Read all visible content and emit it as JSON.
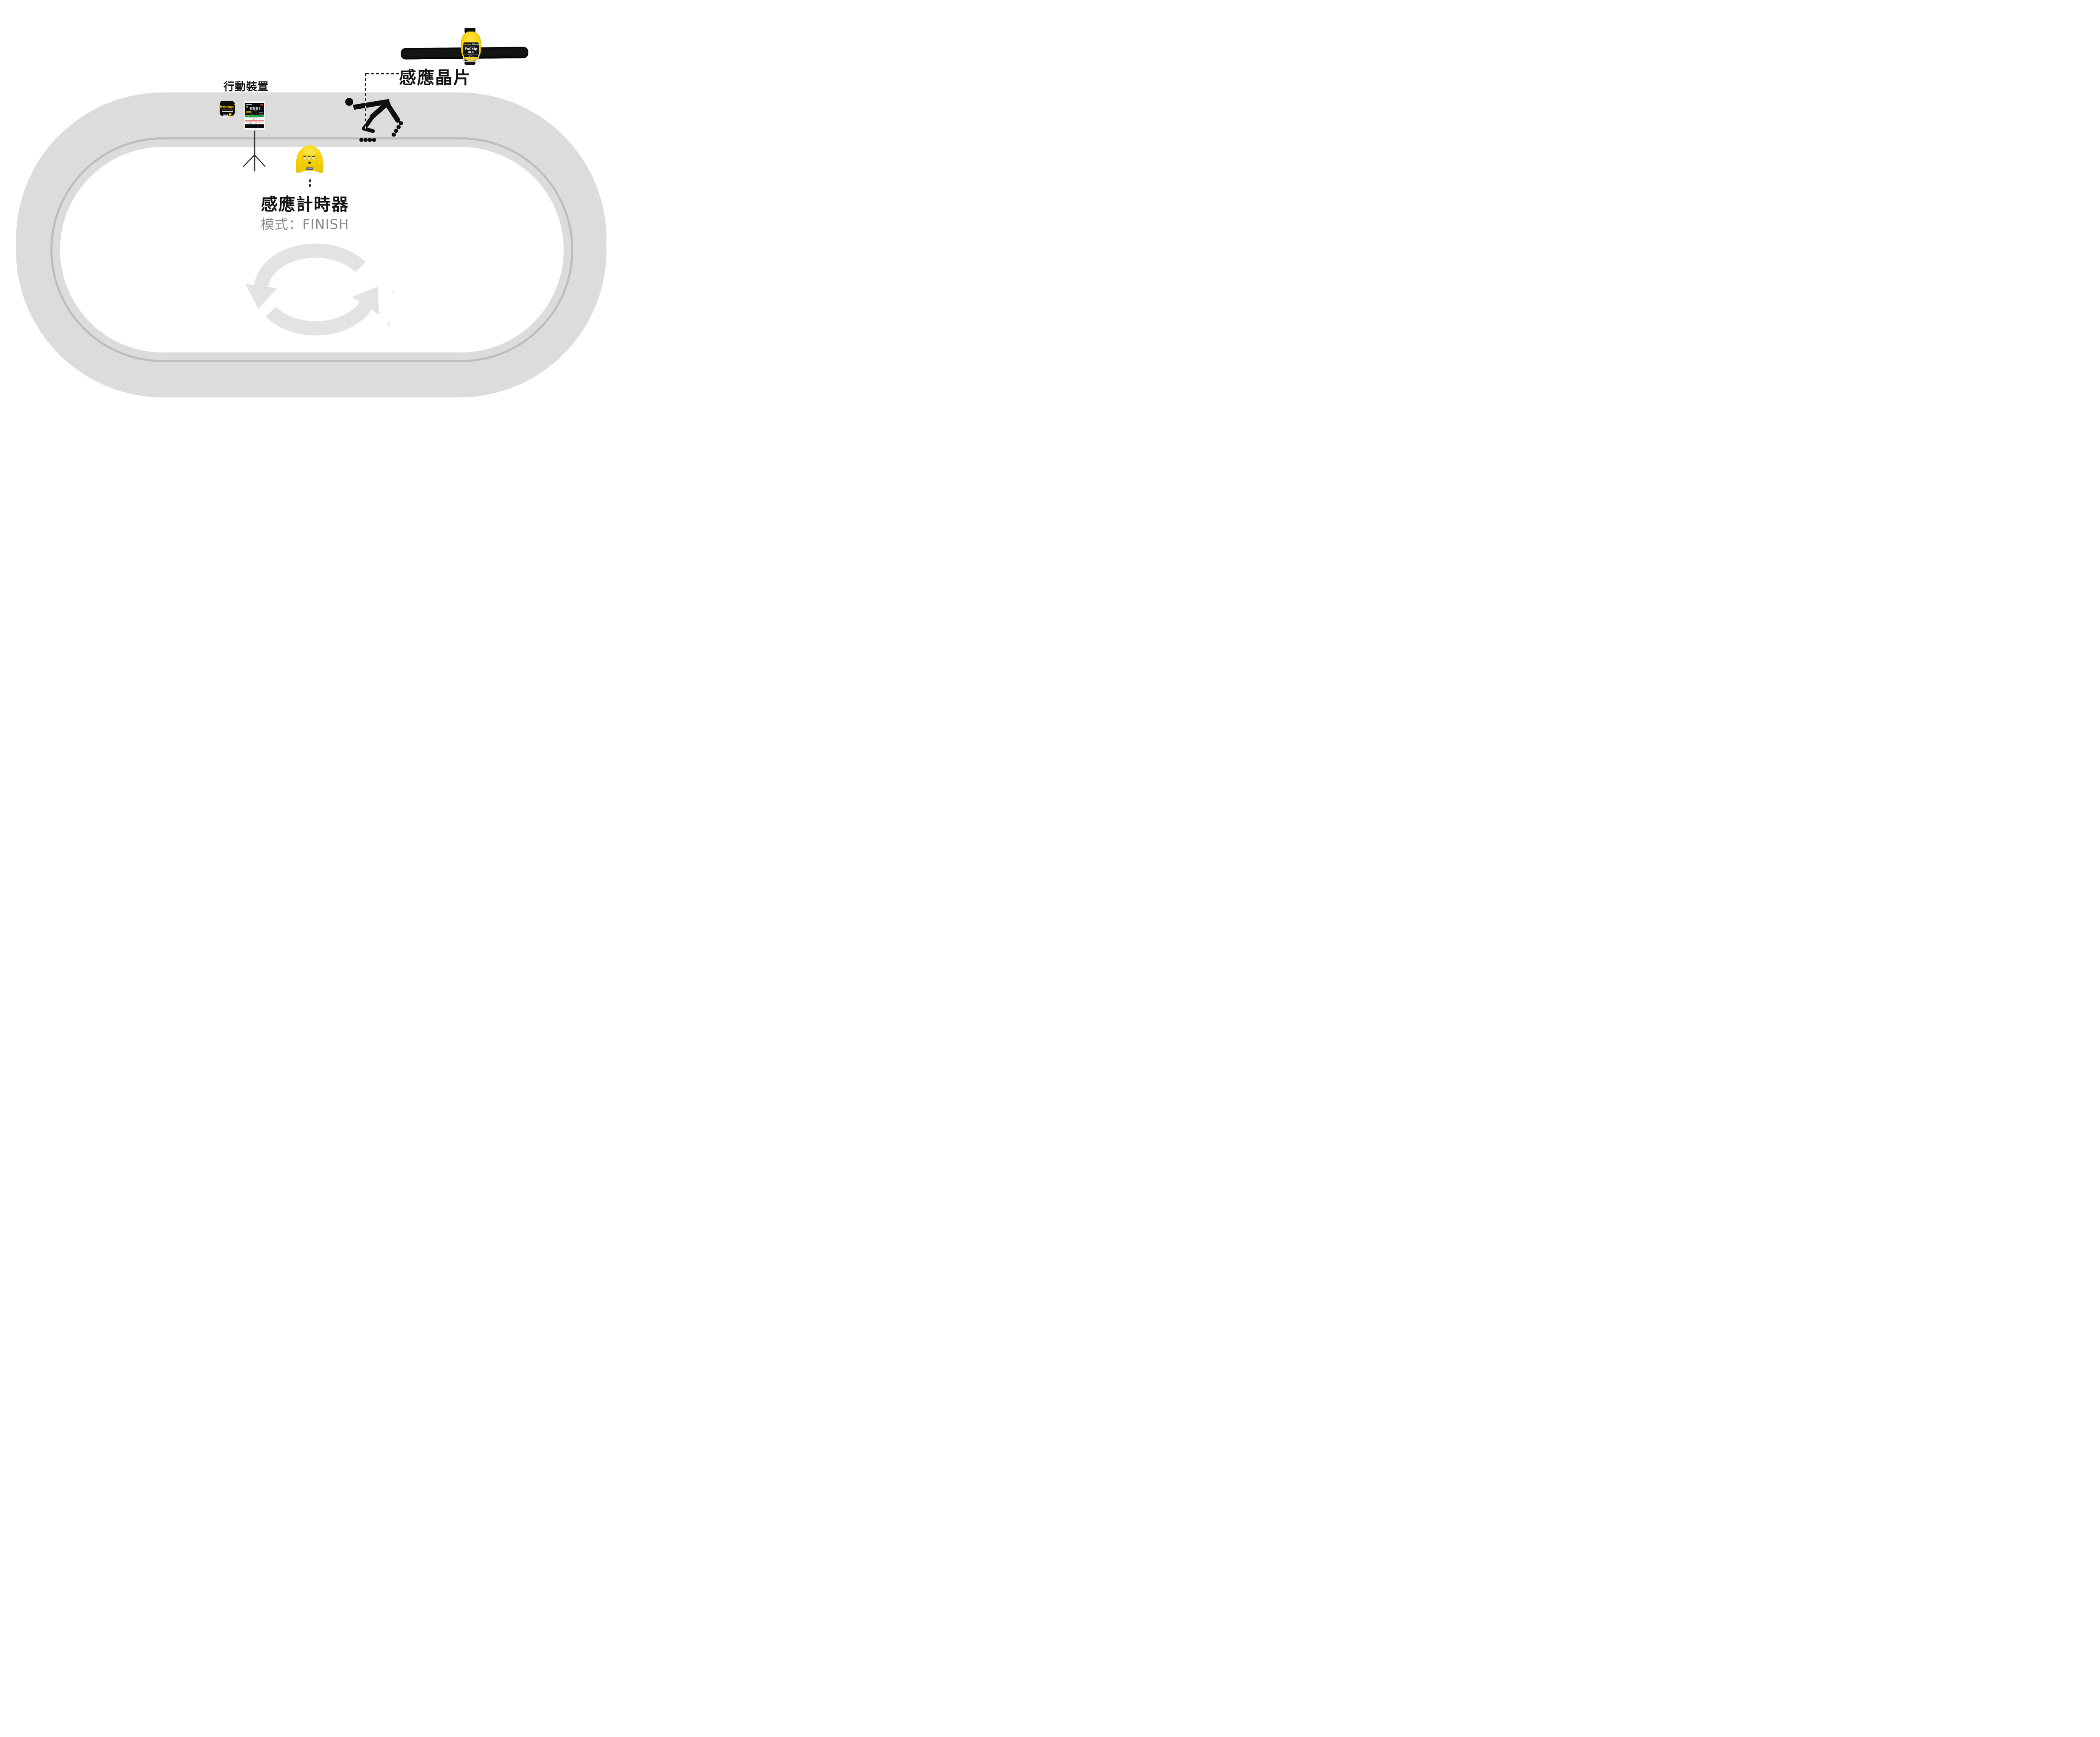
{
  "labels": {
    "mobile_device": "行動裝置",
    "sensor_chip": "感應晶片",
    "sensor_timer": "感應計時器",
    "timer_mode": "模式：FINISH"
  },
  "chip": {
    "brand": "freelap",
    "bluetooth_label": "Bluetooth",
    "model": "FxChip BLE",
    "serial": "BA-6466"
  },
  "app_icon": {
    "brand": "freelap",
    "registered_mark": "®",
    "tagline": "freedom of timing",
    "monogram_m": "m",
    "monogram_f": "f"
  },
  "icons": {
    "bluetooth_rune": "ᛒ"
  },
  "colors": {
    "track_gray": "#dcdcdc",
    "lane_line_gray": "#bdbdbd",
    "arrow_gray": "#e3e3e3",
    "device_yellow": "#fbd70e",
    "brand_yellow": "#ffd400",
    "screen_green": "#19a23b",
    "screen_red": "#e01b22",
    "label_black": "#121212",
    "mode_text_gray": "#8a8a8a"
  }
}
